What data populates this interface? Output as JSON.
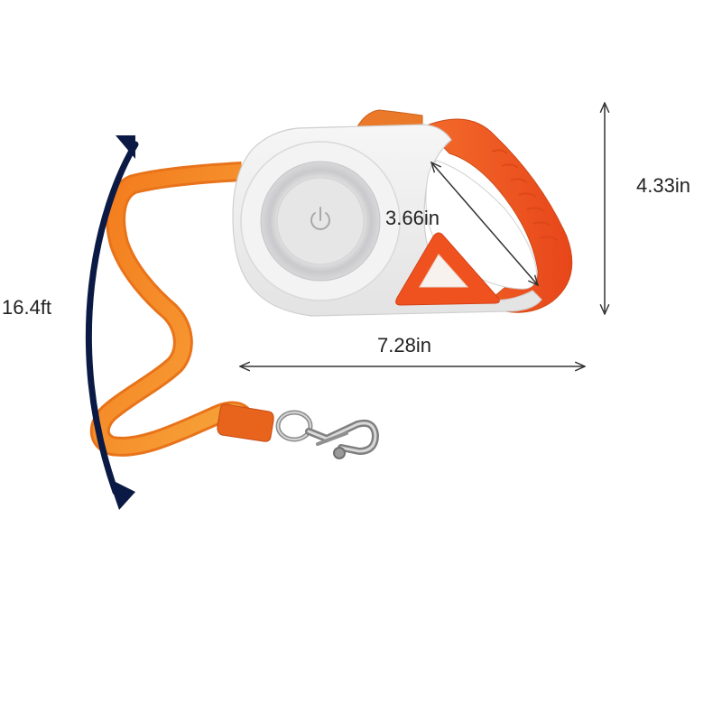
{
  "dimensions": {
    "leash_length": "16.4ft",
    "height": "4.33in",
    "width": "7.28in",
    "handle_opening": "3.66in"
  },
  "colors": {
    "body": "#ececec",
    "accent": "#f0521f",
    "leash": "#f7831e",
    "arrow": "#0b1a44",
    "dimension_line": "#333333"
  },
  "icons": {
    "power": "power-icon"
  }
}
